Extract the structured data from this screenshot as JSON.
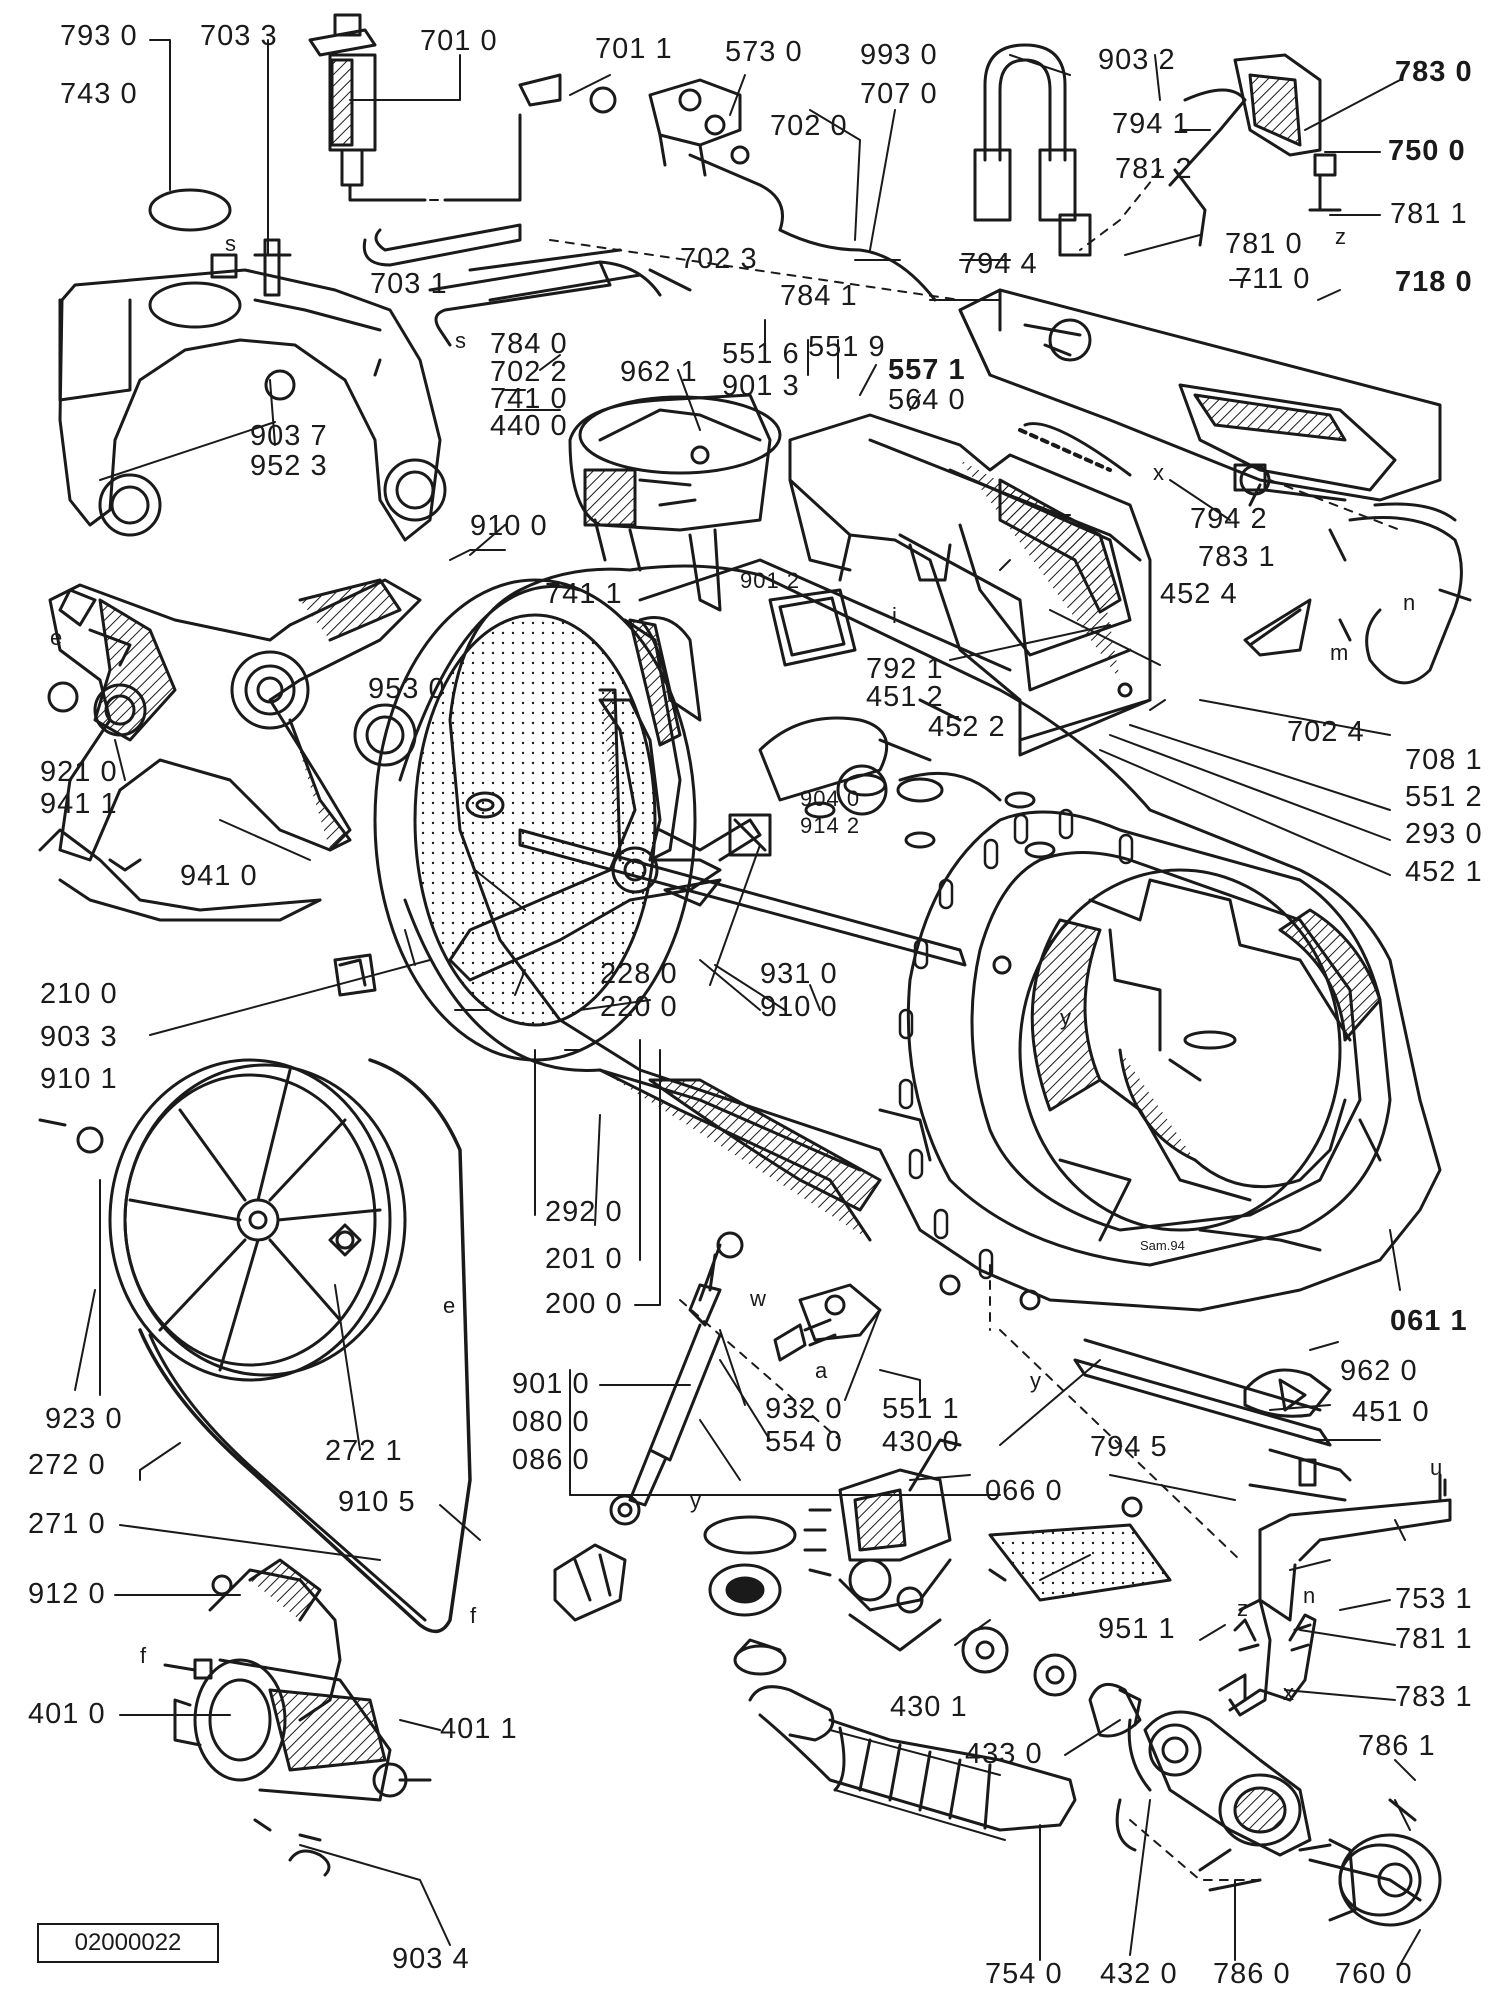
{
  "doc_id": "02000022",
  "signature": "Sam.94",
  "ink": "#1a1a1a",
  "labels": [
    {
      "key": "793_0",
      "text": "793 0"
    },
    {
      "key": "703_3",
      "text": "703 3"
    },
    {
      "key": "701_0",
      "text": "701 0"
    },
    {
      "key": "701_1",
      "text": "701 1"
    },
    {
      "key": "573_0",
      "text": "573 0"
    },
    {
      "key": "993_0",
      "text": "993 0"
    },
    {
      "key": "903_2",
      "text": "903 2"
    },
    {
      "key": "783_0",
      "text": "783 0"
    },
    {
      "key": "743_0",
      "text": "743 0"
    },
    {
      "key": "702_0",
      "text": "702 0"
    },
    {
      "key": "707_0",
      "text": "707 0"
    },
    {
      "key": "794_1",
      "text": "794 1"
    },
    {
      "key": "750_0",
      "text": "750 0"
    },
    {
      "key": "781_2",
      "text": "781 2"
    },
    {
      "key": "781_1a",
      "text": "781 1"
    },
    {
      "key": "781_0",
      "text": "781 0"
    },
    {
      "key": "703_1",
      "text": "703 1"
    },
    {
      "key": "702_3",
      "text": "702 3"
    },
    {
      "key": "794_4",
      "text": "794 4"
    },
    {
      "key": "711_0",
      "text": "711 0"
    },
    {
      "key": "718_0",
      "text": "718 0"
    },
    {
      "key": "784_1",
      "text": "784 1"
    },
    {
      "key": "784_0",
      "text": "784 0"
    },
    {
      "key": "702_2",
      "text": "702 2"
    },
    {
      "key": "741_0",
      "text": "741 0"
    },
    {
      "key": "440_0",
      "text": "440 0"
    },
    {
      "key": "962_1",
      "text": "962 1"
    },
    {
      "key": "551_6",
      "text": "551 6"
    },
    {
      "key": "551_9",
      "text": "551 9"
    },
    {
      "key": "901_3",
      "text": "901 3"
    },
    {
      "key": "557_1",
      "text": "557 1"
    },
    {
      "key": "564_0",
      "text": "564 0"
    },
    {
      "key": "903_7",
      "text": "903 7"
    },
    {
      "key": "952_3",
      "text": "952 3"
    },
    {
      "key": "910_0a",
      "text": "910 0"
    },
    {
      "key": "794_2",
      "text": "794 2"
    },
    {
      "key": "783_1a",
      "text": "783 1"
    },
    {
      "key": "741_1",
      "text": "741 1"
    },
    {
      "key": "901_2",
      "text": "901 2"
    },
    {
      "key": "452_4",
      "text": "452 4"
    },
    {
      "key": "792_1",
      "text": "792 1"
    },
    {
      "key": "451_2",
      "text": "451 2"
    },
    {
      "key": "702_4",
      "text": "702 4"
    },
    {
      "key": "708_1",
      "text": "708 1"
    },
    {
      "key": "452_2",
      "text": "452 2"
    },
    {
      "key": "551_2",
      "text": "551 2"
    },
    {
      "key": "293_0",
      "text": "293 0"
    },
    {
      "key": "452_1",
      "text": "452 1"
    },
    {
      "key": "953_0",
      "text": "953 0"
    },
    {
      "key": "921_0",
      "text": "921 0"
    },
    {
      "key": "941_1",
      "text": "941 1"
    },
    {
      "key": "941_0",
      "text": "941 0"
    },
    {
      "key": "904_0",
      "text": "904 0"
    },
    {
      "key": "914_2",
      "text": "914 2"
    },
    {
      "key": "210_0",
      "text": "210 0"
    },
    {
      "key": "228_0",
      "text": "228 0"
    },
    {
      "key": "931_0",
      "text": "931 0"
    },
    {
      "key": "220_0",
      "text": "220 0"
    },
    {
      "key": "910_0b",
      "text": "910 0"
    },
    {
      "key": "903_3",
      "text": "903 3"
    },
    {
      "key": "910_1",
      "text": "910 1"
    },
    {
      "key": "292_0",
      "text": "292 0"
    },
    {
      "key": "201_0",
      "text": "201 0"
    },
    {
      "key": "200_0",
      "text": "200 0"
    },
    {
      "key": "061_1",
      "text": "061 1"
    },
    {
      "key": "962_0",
      "text": "962 0"
    },
    {
      "key": "923_0",
      "text": "923 0"
    },
    {
      "key": "272_1",
      "text": "272 1"
    },
    {
      "key": "901_0",
      "text": "901 0"
    },
    {
      "key": "551_1",
      "text": "551 1"
    },
    {
      "key": "932_0",
      "text": "932 0"
    },
    {
      "key": "554_0",
      "text": "554 0"
    },
    {
      "key": "430_0",
      "text": "430 0"
    },
    {
      "key": "451_0",
      "text": "451 0"
    },
    {
      "key": "080_0",
      "text": "080 0"
    },
    {
      "key": "086_0",
      "text": "086 0"
    },
    {
      "key": "272_0",
      "text": "272 0"
    },
    {
      "key": "794_5",
      "text": "794 5"
    },
    {
      "key": "066_0",
      "text": "066 0"
    },
    {
      "key": "271_0",
      "text": "271 0"
    },
    {
      "key": "910_5",
      "text": "910 5"
    },
    {
      "key": "753_1",
      "text": "753 1"
    },
    {
      "key": "912_0",
      "text": "912 0"
    },
    {
      "key": "781_1b",
      "text": "781 1"
    },
    {
      "key": "951_1",
      "text": "951 1"
    },
    {
      "key": "401_0",
      "text": "401 0"
    },
    {
      "key": "430_1",
      "text": "430 1"
    },
    {
      "key": "783_1b",
      "text": "783 1"
    },
    {
      "key": "401_1",
      "text": "401 1"
    },
    {
      "key": "433_0",
      "text": "433 0"
    },
    {
      "key": "786_1",
      "text": "786 1"
    },
    {
      "key": "903_4",
      "text": "903 4"
    },
    {
      "key": "754_0",
      "text": "754 0"
    },
    {
      "key": "432_0",
      "text": "432 0"
    },
    {
      "key": "786_0",
      "text": "786 0"
    },
    {
      "key": "760_0",
      "text": "760 0"
    }
  ],
  "letter_marks": [
    "s",
    "s",
    "e",
    "z",
    "x",
    "n",
    "m",
    "i",
    "y",
    "w",
    "a",
    "y",
    "u",
    "n",
    "z",
    "x",
    "f",
    "f",
    "e",
    "y"
  ]
}
